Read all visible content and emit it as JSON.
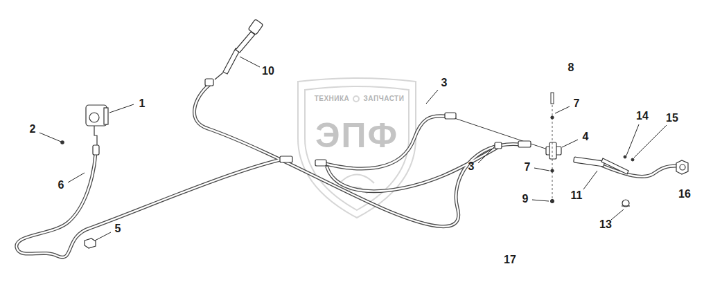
{
  "diagram": {
    "labels": [
      "10",
      "8",
      "3",
      "1",
      "7",
      "14",
      "15",
      "2",
      "4",
      "3",
      "7",
      "6",
      "11",
      "9",
      "16",
      "13",
      "5",
      "17",
      "ТЕХНИКА",
      "ЗАПЧАСТИ",
      "ЭПФ"
    ]
  }
}
